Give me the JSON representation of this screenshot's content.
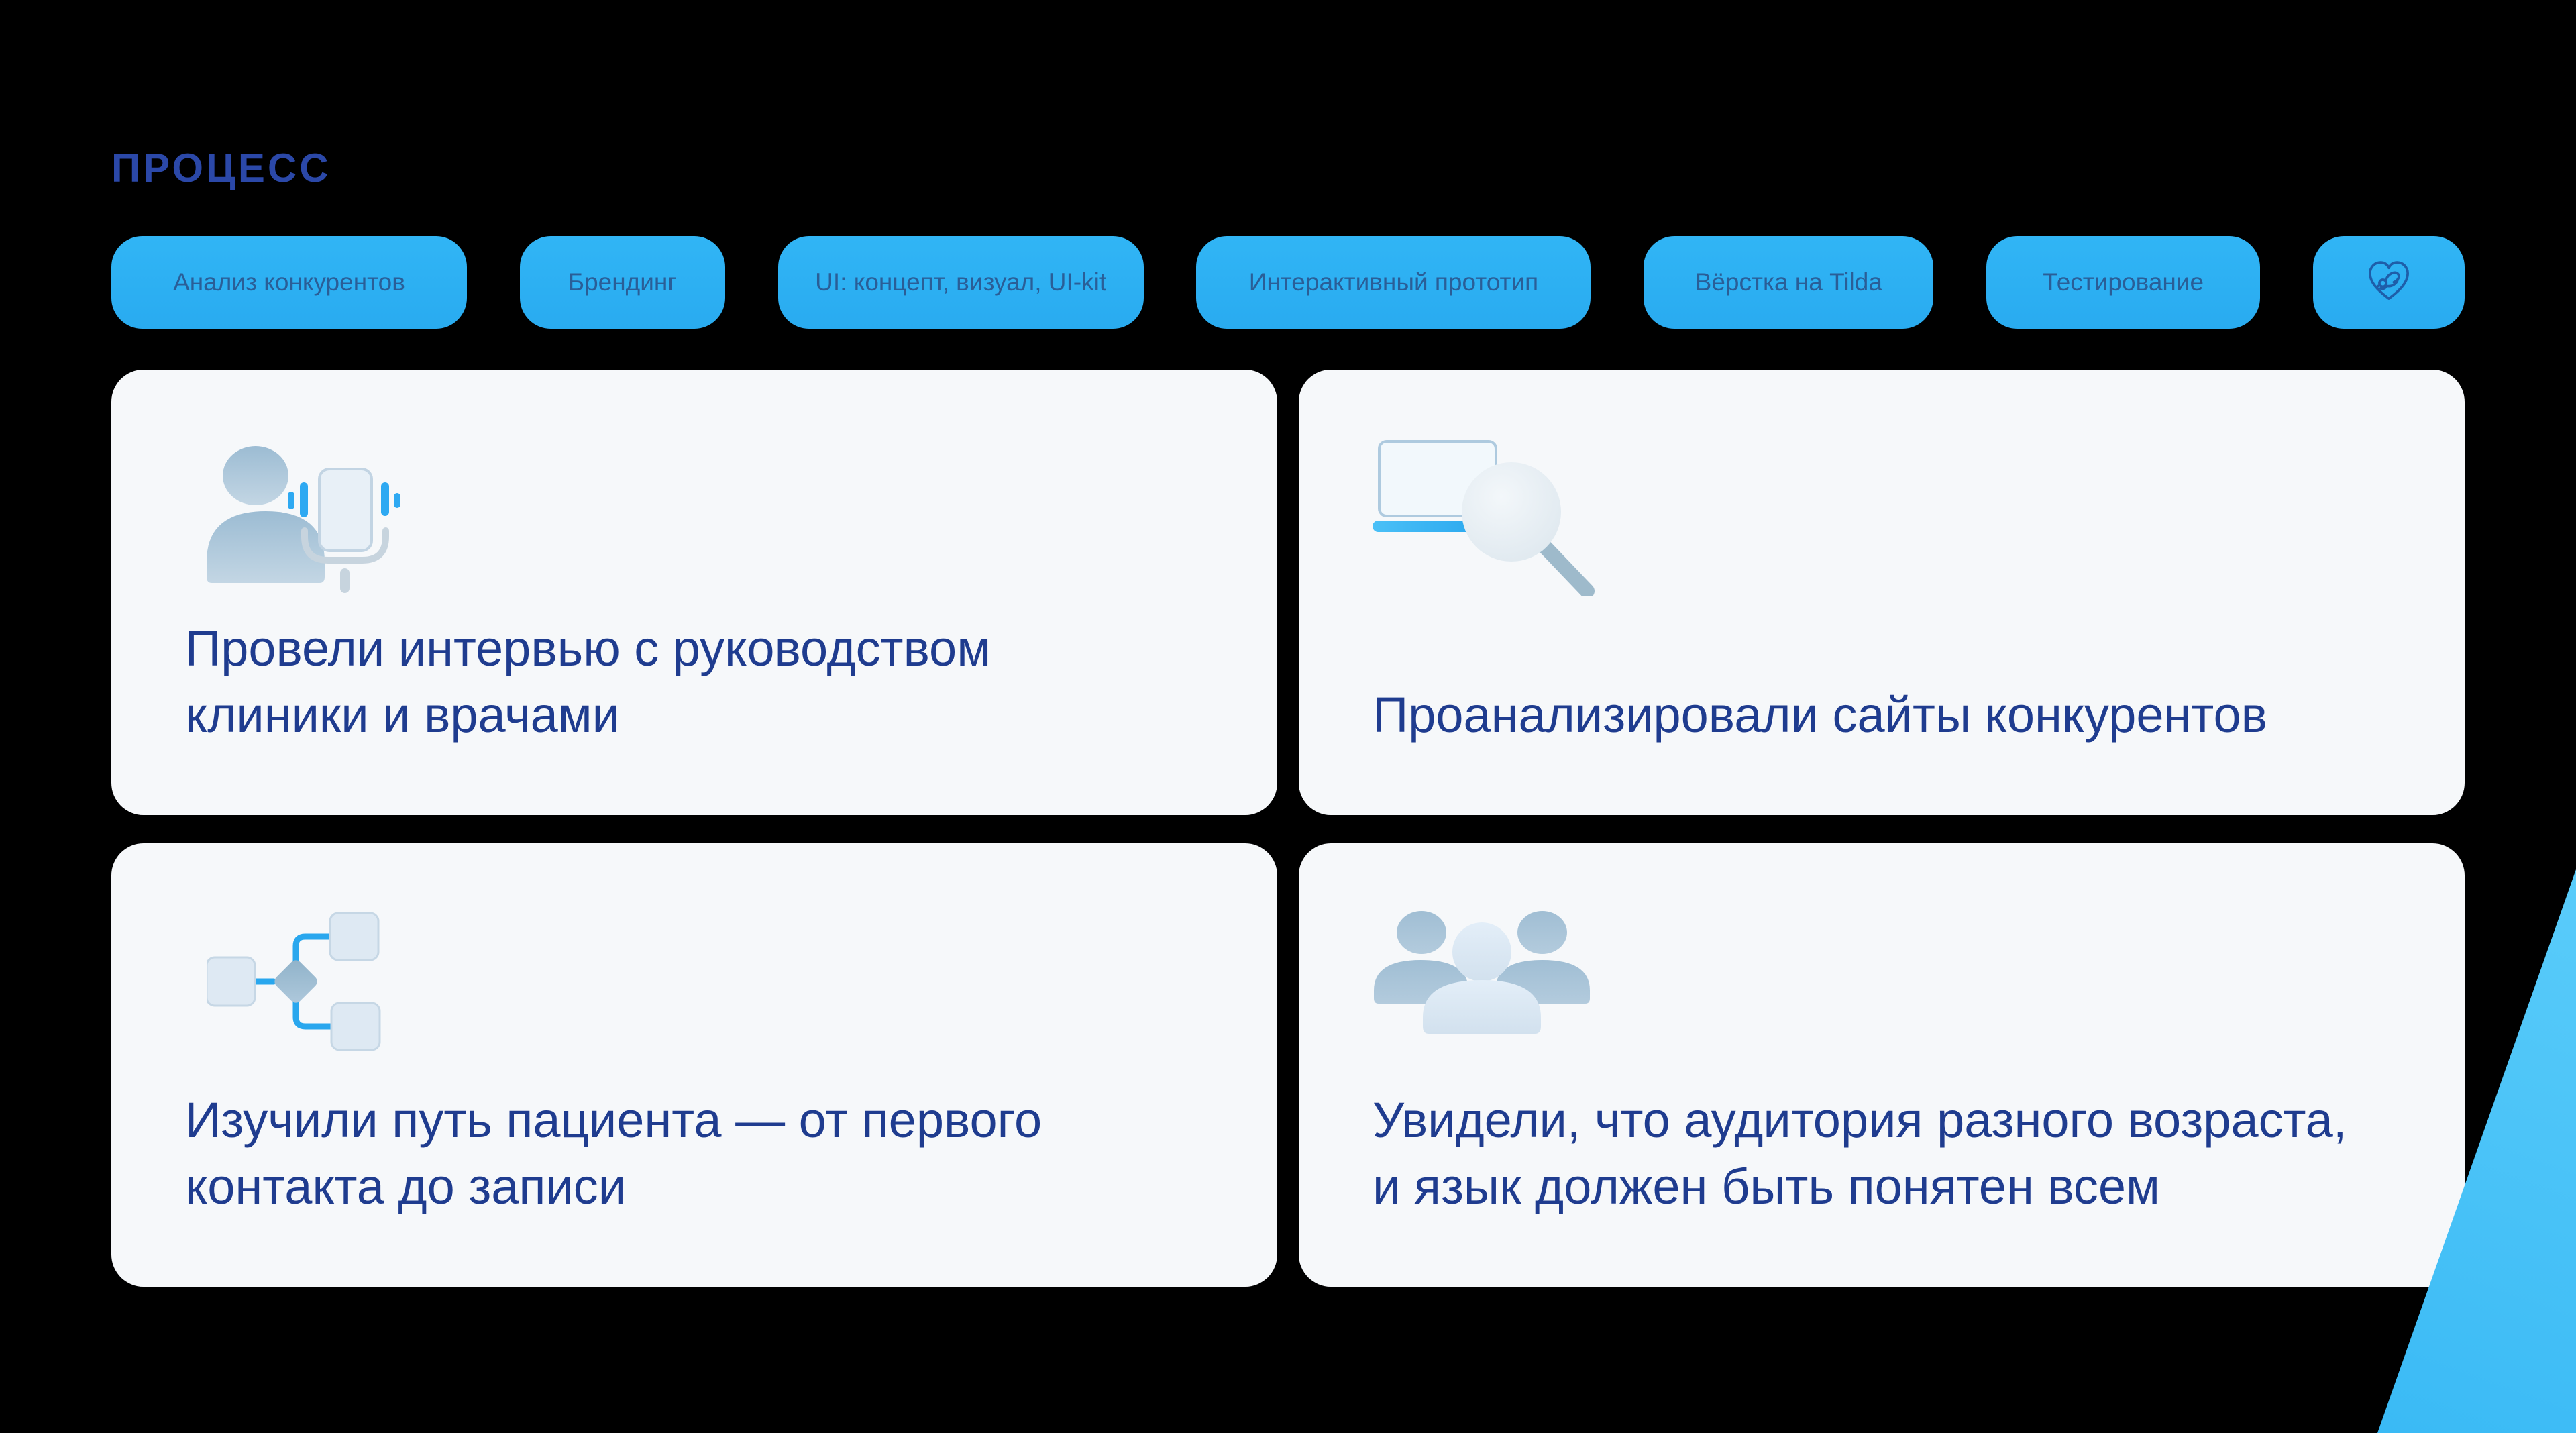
{
  "title": "ПРОЦЕСС",
  "nav": {
    "buttons": [
      {
        "label": "Анализ конкурентов"
      },
      {
        "label": "Брендинг"
      },
      {
        "label": "UI: концепт, визуал, UI-kit"
      },
      {
        "label": "Интерактивный прототип"
      },
      {
        "label": "Вёрстка на Tilda"
      },
      {
        "label": "Тестирование"
      }
    ],
    "logo_icon": "heart-bird-icon"
  },
  "cards": [
    {
      "icon": "interview-person-phone-icon",
      "text": "Провели интервью с руководством\nклиники и врачами"
    },
    {
      "icon": "laptop-magnifier-icon",
      "text": "Проанализировали сайты конкурентов"
    },
    {
      "icon": "patient-journey-flowchart-icon",
      "text": "Изучили путь пациента — от первого\nконтакта до записи"
    },
    {
      "icon": "audience-people-icon",
      "text": "Увидели, что аудитория разного возраста,\nи язык должен быть понятен всем"
    }
  ],
  "colors": {
    "background": "#000000",
    "button_fill": "#2CB0F2",
    "button_text": "#2A5E97",
    "title_text": "#2B48A8",
    "card_background": "#F6F8FA",
    "card_text": "#1F3C8F",
    "icon_steel_blue": "#A6C2D6",
    "icon_light_blue": "#DCE9F4",
    "icon_accent_blue": "#2BA8F0",
    "corner_wedge": "#45C4F8"
  }
}
